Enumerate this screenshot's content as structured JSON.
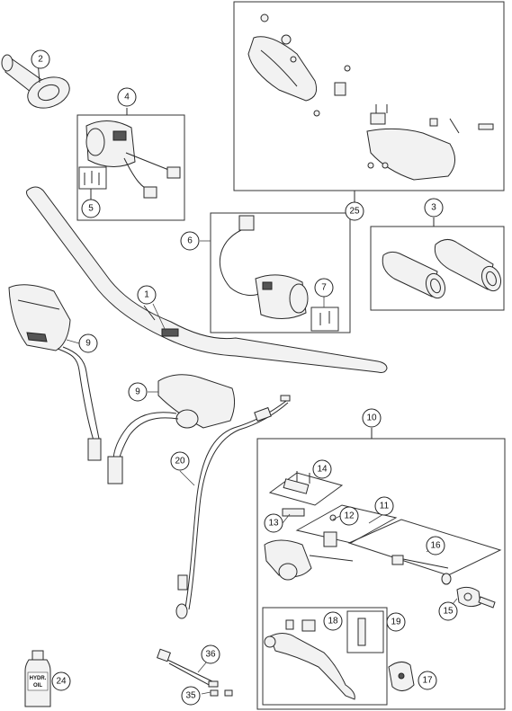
{
  "diagram": {
    "callouts": {
      "c1": "1",
      "c2": "2",
      "c3": "3",
      "c4": "4",
      "c5": "5",
      "c6": "6",
      "c7": "7",
      "c9a": "9",
      "c9b": "9",
      "c10": "10",
      "c11": "11",
      "c12": "12",
      "c13": "13",
      "c14": "14",
      "c15": "15",
      "c16": "16",
      "c17": "17",
      "c18": "18",
      "c19": "19",
      "c20": "20",
      "c24": "24",
      "c25": "25",
      "c35": "35",
      "c36": "36"
    },
    "bottle_label": {
      "line1": "HYDR.",
      "line2": "OIL"
    }
  }
}
